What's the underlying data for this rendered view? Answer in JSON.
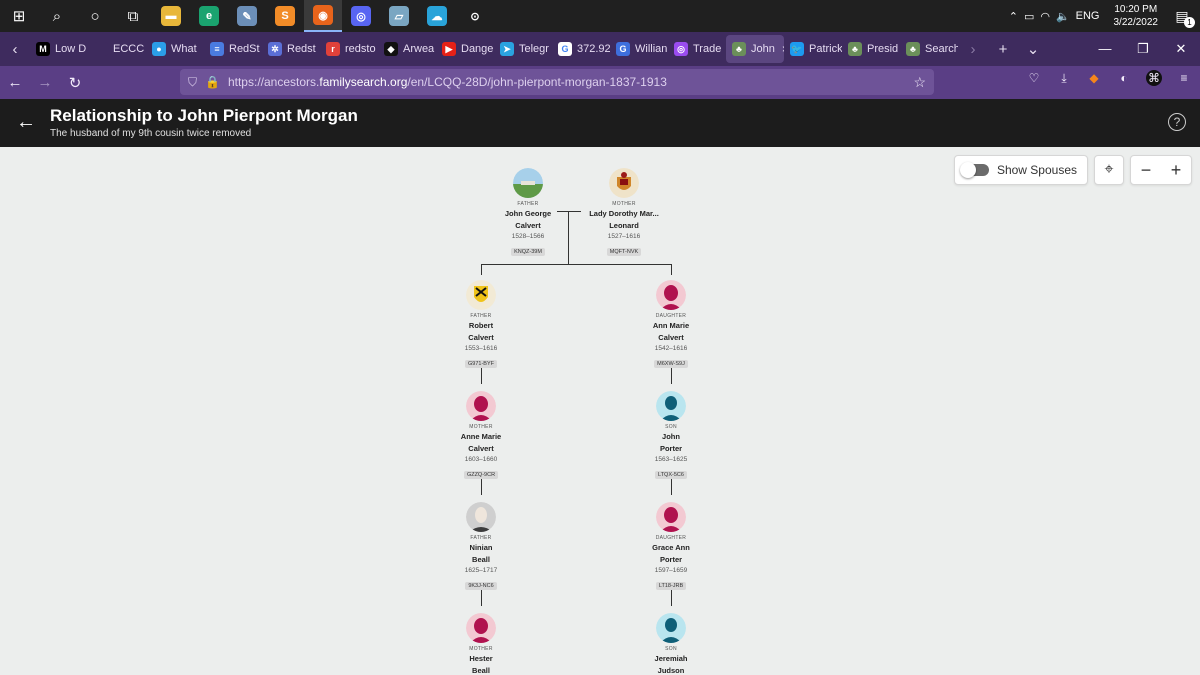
{
  "taskbar": {
    "apps": [
      {
        "name": "windows-start-icon",
        "glyph": "⊞"
      },
      {
        "name": "search-icon",
        "glyph": "⌕"
      },
      {
        "name": "cortana-icon",
        "glyph": "○"
      },
      {
        "name": "task-view-icon",
        "glyph": "⧉"
      },
      {
        "name": "file-explorer-icon",
        "glyph": "▬",
        "color": "#e8b73a"
      },
      {
        "name": "edge-icon",
        "glyph": "e",
        "color": "#1aa36f"
      },
      {
        "name": "paint-icon",
        "glyph": "✎",
        "color": "#6c8fb8"
      },
      {
        "name": "sublime-icon",
        "glyph": "S",
        "color": "#f28c28"
      },
      {
        "name": "firefox-icon",
        "glyph": "◉",
        "color": "#e8641b"
      },
      {
        "name": "discord-icon",
        "glyph": "◎",
        "color": "#5865f2"
      },
      {
        "name": "notes-icon",
        "glyph": "▱",
        "color": "#7aa6c2"
      },
      {
        "name": "cloud-app-icon",
        "glyph": "☁",
        "color": "#29a3d9"
      },
      {
        "name": "game-controller-icon",
        "glyph": "⊙",
        "color": "#ffffff"
      }
    ],
    "tray_lang": "ENG",
    "time": "10:20 PM",
    "date": "3/22/2022",
    "notification_count": "1"
  },
  "tabs": [
    {
      "label": "Low D",
      "fav": "M",
      "color": "#000000"
    },
    {
      "label": "ECCC - TR",
      "fav": "",
      "color": "#3e2b5e"
    },
    {
      "label": "What",
      "fav": "●",
      "color": "#2b9ee8"
    },
    {
      "label": "RedSt",
      "fav": "≡",
      "color": "#4a7be0"
    },
    {
      "label": "Redst",
      "fav": "✲",
      "color": "#5b6fd6"
    },
    {
      "label": "redsto",
      "fav": "r",
      "color": "#e0413a"
    },
    {
      "label": "Arwea",
      "fav": "◆",
      "color": "#111111"
    },
    {
      "label": "Dange",
      "fav": "▶",
      "color": "#e62117"
    },
    {
      "label": "Telegr",
      "fav": "➤",
      "color": "#2aa3e0"
    },
    {
      "label": "372.92",
      "fav": "G",
      "color": "#ffffff"
    },
    {
      "label": "Willian",
      "fav": "G",
      "color": "#3e6fdc"
    },
    {
      "label": "Trade",
      "fav": "◎",
      "color": "#9a4cf0"
    },
    {
      "label": "John",
      "fav": "♣",
      "color": "#6b8f5a",
      "active": true
    },
    {
      "label": "Patrick",
      "fav": "🐦",
      "color": "#1d9bf0"
    },
    {
      "label": "Presid",
      "fav": "♣",
      "color": "#6b8f5a"
    },
    {
      "label": "Search",
      "fav": "♣",
      "color": "#6b8f5a"
    }
  ],
  "url": {
    "prefix": "https://ancestors.",
    "host": "familysearch.org",
    "path": "/en/LCQQ-28D/john-pierpont-morgan-1837-1913"
  },
  "header": {
    "title": "Relationship to John Pierpont Morgan",
    "subtitle": "The husband of my 9th cousin twice removed"
  },
  "controls": {
    "spouses_label": "Show Spouses",
    "zoom_out": "−",
    "zoom_in": "+"
  },
  "tree": {
    "top": [
      {
        "role": "FATHER",
        "name1": "John George",
        "name2": "Calvert",
        "dates": "1528–1566",
        "pid": "KNQZ-39M",
        "avatar": "landscape"
      },
      {
        "role": "MOTHER",
        "name1": "Lady Dorothy Mar...",
        "name2": "Leonard",
        "dates": "1527–1616",
        "pid": "MQFT-NVK",
        "avatar": "crest"
      }
    ],
    "left": [
      {
        "role": "FATHER",
        "name1": "Robert",
        "name2": "Calvert",
        "dates": "1553–1616",
        "pid": "G971-BYF",
        "avatar": "crest2"
      },
      {
        "role": "MOTHER",
        "name1": "Anne Marie",
        "name2": "Calvert",
        "dates": "1603–1660",
        "pid": "GZZQ-9CR",
        "avatar": "female"
      },
      {
        "role": "FATHER",
        "name1": "Ninian",
        "name2": "Beall",
        "dates": "1625–1717",
        "pid": "9K3J-NC6",
        "avatar": "photo"
      },
      {
        "role": "MOTHER",
        "name1": "Hester",
        "name2": "Beall",
        "dates": "",
        "pid": "",
        "avatar": "female"
      }
    ],
    "right": [
      {
        "role": "DAUGHTER",
        "name1": "Ann Marie",
        "name2": "Calvert",
        "dates": "1542–1616",
        "pid": "M6XW-S9J",
        "avatar": "female"
      },
      {
        "role": "SON",
        "name1": "John",
        "name2": "Porter",
        "dates": "1563–1625",
        "pid": "LTQX-5C6",
        "avatar": "male"
      },
      {
        "role": "DAUGHTER",
        "name1": "Grace Ann",
        "name2": "Porter",
        "dates": "1597–1659",
        "pid": "LT18-JRB",
        "avatar": "female"
      },
      {
        "role": "SON",
        "name1": "Jeremiah",
        "name2": "Judson",
        "dates": "",
        "pid": "",
        "avatar": "male"
      }
    ]
  }
}
